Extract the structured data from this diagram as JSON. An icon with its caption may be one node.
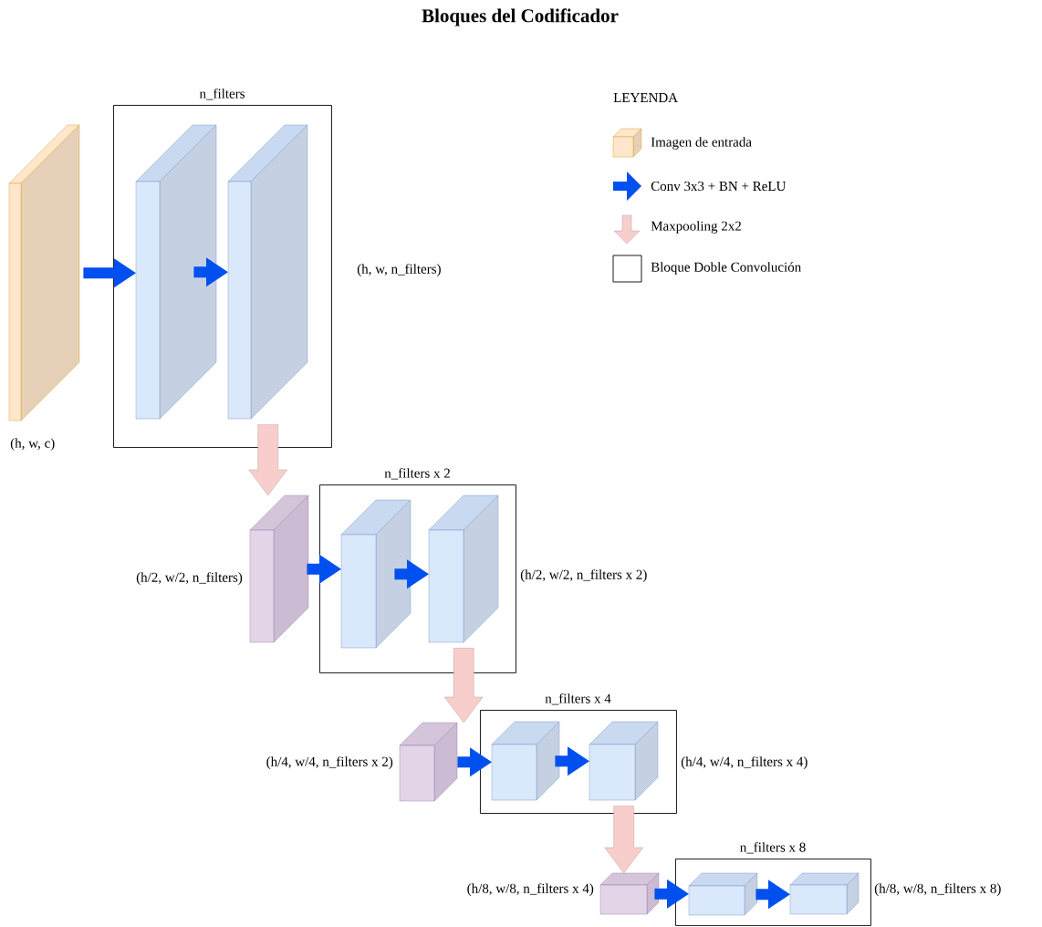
{
  "diagram": {
    "title": "Bloques del Codificador",
    "nodes": [
      {
        "text": [],
        "shape": "box",
        "beside": [
          "(h, w, c)"
        ]
      },
      {
        "text": [
          "n_filters"
        ],
        "beside": [
          "(h, w, n_filters)"
        ]
      },
      {
        "text": [],
        "shape": "box",
        "in": 1
      },
      {
        "text": [],
        "shape": "box",
        "in": 1
      },
      {
        "text": [],
        "shape": "box",
        "beside": [
          "(h/2, w/2, n_filters)"
        ]
      },
      {
        "text": [
          "n_filters x 2"
        ],
        "beside": [
          "(h/2, w/2, n_filters x 2)"
        ]
      },
      {
        "text": [],
        "shape": "box",
        "in": 5
      },
      {
        "text": [],
        "shape": "box",
        "in": 5
      },
      {
        "text": [],
        "shape": "box",
        "beside": [
          "(h/4, w/4, n_filters x 2)"
        ]
      },
      {
        "text": [
          "n_filters x 4"
        ],
        "beside": [
          "(h/4, w/4, n_filters x 4)"
        ]
      },
      {
        "text": [],
        "shape": "box",
        "in": 9
      },
      {
        "text": [],
        "shape": "box",
        "in": 9
      },
      {
        "text": [],
        "shape": "box",
        "beside": [
          "(h/8, w/8, n_filters x 4)"
        ]
      },
      {
        "text": [
          "n_filters x 8"
        ],
        "beside": [
          "(h/8, w/8, n_filters x 8)"
        ]
      },
      {
        "text": [],
        "shape": "box",
        "in": 13
      },
      {
        "text": [],
        "shape": "box",
        "in": 13
      }
    ],
    "edges": [
      {
        "from": 0,
        "to": 2,
        "arrow": "to"
      },
      {
        "from": 2,
        "to": 3,
        "arrow": "to"
      },
      {
        "from": 3,
        "to": 4,
        "arrow": "to",
        "color": "#f8cecc"
      },
      {
        "from": 4,
        "to": 6,
        "arrow": "to"
      },
      {
        "from": 6,
        "to": 7,
        "arrow": "to"
      },
      {
        "from": 7,
        "to": 8,
        "arrow": "to",
        "color": "#f8cecc"
      },
      {
        "from": 8,
        "to": 10,
        "arrow": "to"
      },
      {
        "from": 10,
        "to": 11,
        "arrow": "to"
      },
      {
        "from": 11,
        "to": 12,
        "arrow": "to",
        "color": "#f8cecc"
      },
      {
        "from": 12,
        "to": 14,
        "arrow": "to"
      },
      {
        "from": 14,
        "to": 15,
        "arrow": "to"
      }
    ],
    "labels": [
      "LEYENDA"
    ],
    "legend": [
      {
        "text": "Imagen de entrada"
      },
      {
        "text": "Conv 3x3 + BN + ReLU"
      },
      {
        "text": "Maxpooling 2x2"
      },
      {
        "text": "Bloque Doble Convolución"
      }
    ]
  }
}
